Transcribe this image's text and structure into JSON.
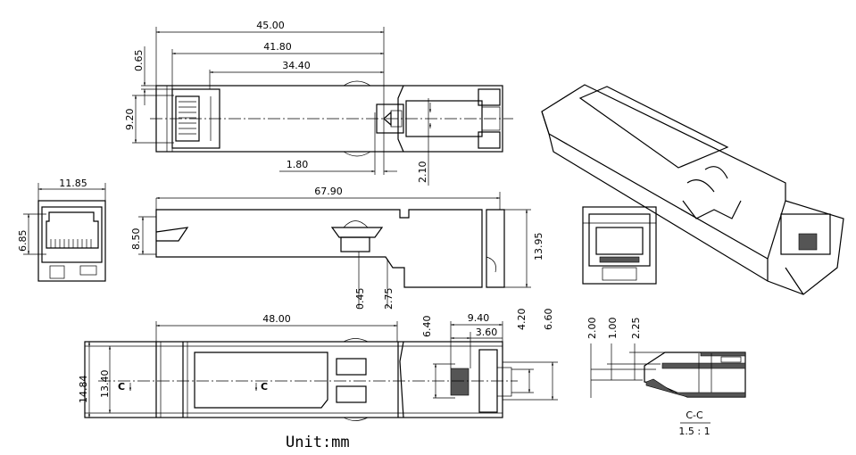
{
  "drawing": {
    "unit_label": "Unit:mm",
    "top_view": {
      "dims": [
        "45.00",
        "41.80",
        "34.40",
        "0.65",
        "9.20",
        "1.80",
        "2.10"
      ]
    },
    "front_view": {
      "dims": [
        "11.85",
        "6.85"
      ]
    },
    "side_view": {
      "dims": [
        "67.90",
        "8.50",
        "13.95",
        "0.45",
        "2.75"
      ]
    },
    "bottom_view": {
      "dims": [
        "48.00",
        "14.84",
        "13.40",
        "6.40",
        "9.40",
        "3.60",
        "4.20",
        "6.60"
      ],
      "section_marks": [
        "C",
        "C"
      ]
    },
    "section_view": {
      "dims": [
        "2.00",
        "1.00",
        "2.25"
      ],
      "title": "C-C",
      "scale": "1.5 : 1"
    }
  }
}
